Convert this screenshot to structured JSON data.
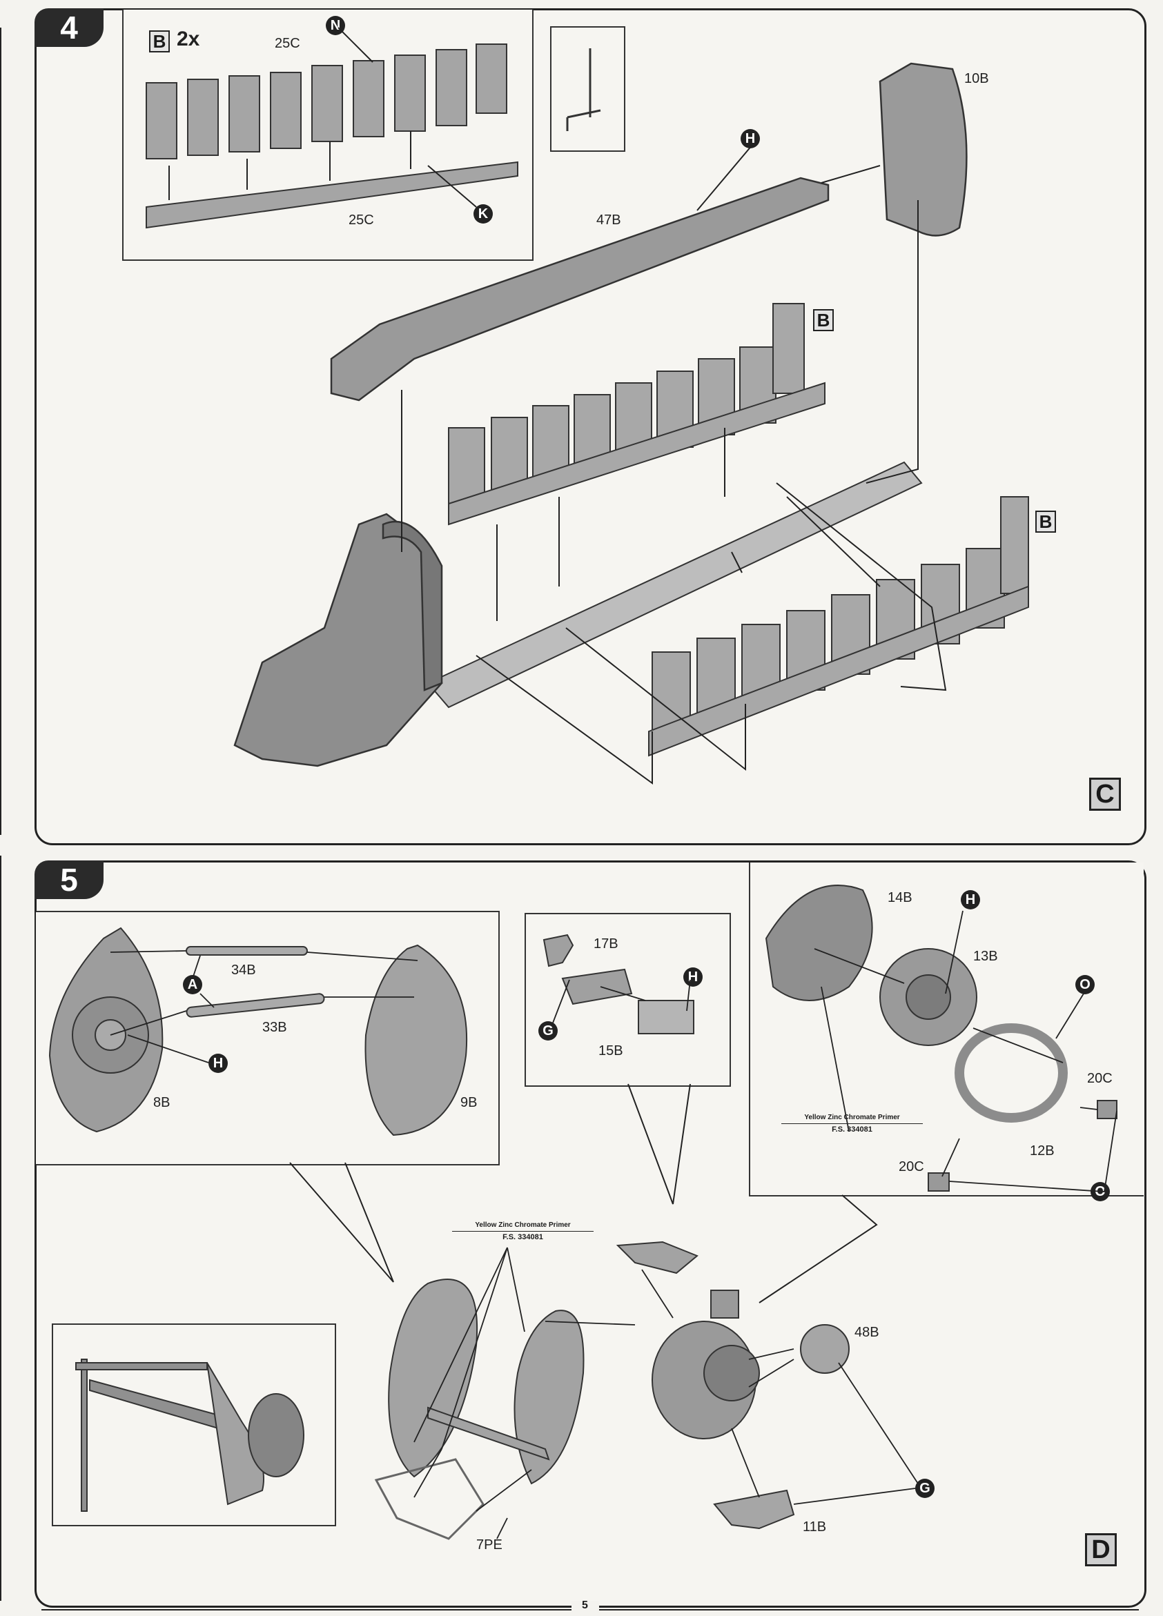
{
  "page_number": "5",
  "steps": [
    {
      "number": "4",
      "corner_letter": "C",
      "inset": {
        "sprue": "B",
        "quantity": "2x",
        "part_top": "25C",
        "part_bottom": "25C",
        "callouts": [
          "N",
          "K"
        ]
      },
      "parts": [
        "47B",
        "10B"
      ],
      "callouts": [
        "H"
      ],
      "sprue_markers": [
        "B",
        "B"
      ]
    },
    {
      "number": "5",
      "corner_letter": "D",
      "parts": [
        "34B",
        "33B",
        "8B",
        "9B",
        "17B",
        "15B",
        "14B",
        "13B",
        "20C",
        "12B",
        "20C",
        "48B",
        "11B",
        "7PE"
      ],
      "callouts": [
        "A",
        "H",
        "H",
        "G",
        "H",
        "O",
        "O",
        "G"
      ],
      "paint_notes": [
        {
          "name": "Yellow Zinc Chromate Primer",
          "code": "F.S. 334081"
        },
        {
          "name": "Yellow Zinc Chromate Primer",
          "code": "F.S. 334081"
        }
      ]
    }
  ],
  "colors": {
    "ink": "#222222",
    "part_fill": "#9a9a9a",
    "paper": "#f6f5f1",
    "tab": "#2a2a2a",
    "letter_box": "#cfcfcf"
  }
}
